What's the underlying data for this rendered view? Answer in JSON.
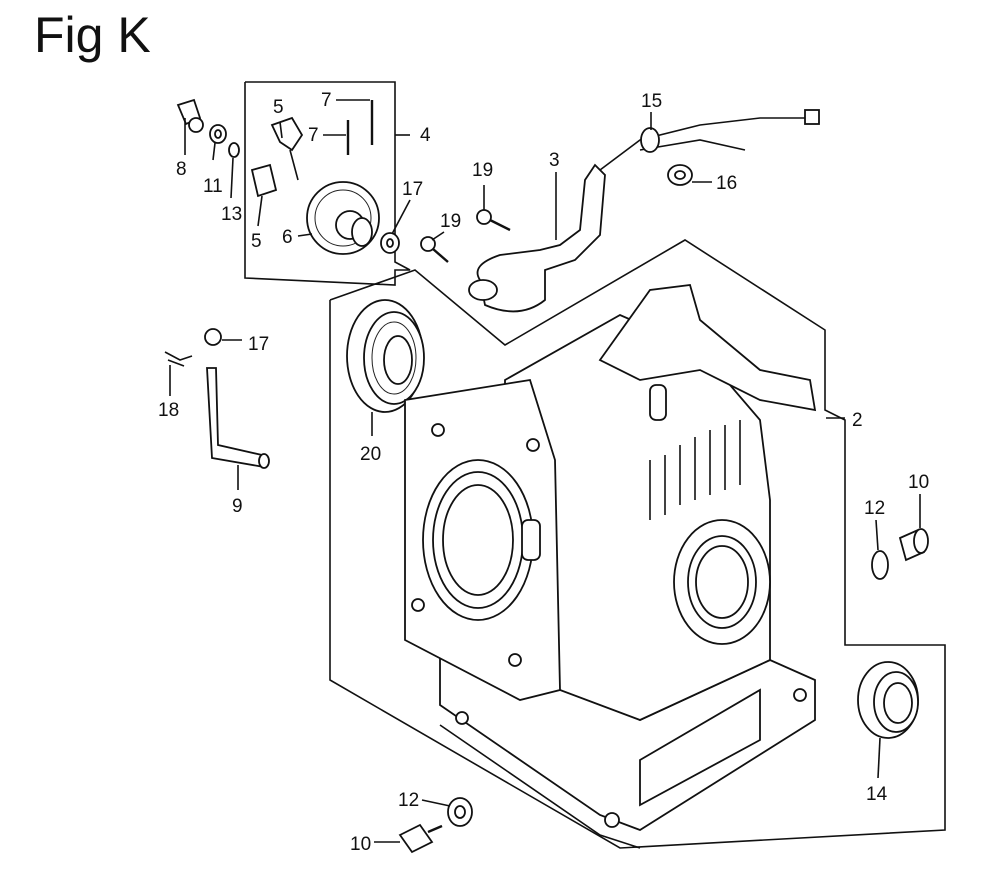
{
  "figure": {
    "title": "Fig K"
  },
  "callouts": [
    {
      "id": "c8",
      "text": "8"
    },
    {
      "id": "c11",
      "text": "11"
    },
    {
      "id": "c13",
      "text": "13"
    },
    {
      "id": "c5a",
      "text": "5"
    },
    {
      "id": "c5b",
      "text": "5"
    },
    {
      "id": "c6",
      "text": "6"
    },
    {
      "id": "c7a",
      "text": "7"
    },
    {
      "id": "c7b",
      "text": "7"
    },
    {
      "id": "c4",
      "text": "4"
    },
    {
      "id": "c17a",
      "text": "17"
    },
    {
      "id": "c19a",
      "text": "19"
    },
    {
      "id": "c19b",
      "text": "19"
    },
    {
      "id": "c3",
      "text": "3"
    },
    {
      "id": "c15",
      "text": "15"
    },
    {
      "id": "c16",
      "text": "16"
    },
    {
      "id": "c17b",
      "text": "17"
    },
    {
      "id": "c18",
      "text": "18"
    },
    {
      "id": "c9",
      "text": "9"
    },
    {
      "id": "c20",
      "text": "20"
    },
    {
      "id": "c2",
      "text": "2"
    },
    {
      "id": "c12a",
      "text": "12"
    },
    {
      "id": "c10a",
      "text": "10"
    },
    {
      "id": "c14",
      "text": "14"
    },
    {
      "id": "c12b",
      "text": "12"
    },
    {
      "id": "c10b",
      "text": "10"
    }
  ]
}
